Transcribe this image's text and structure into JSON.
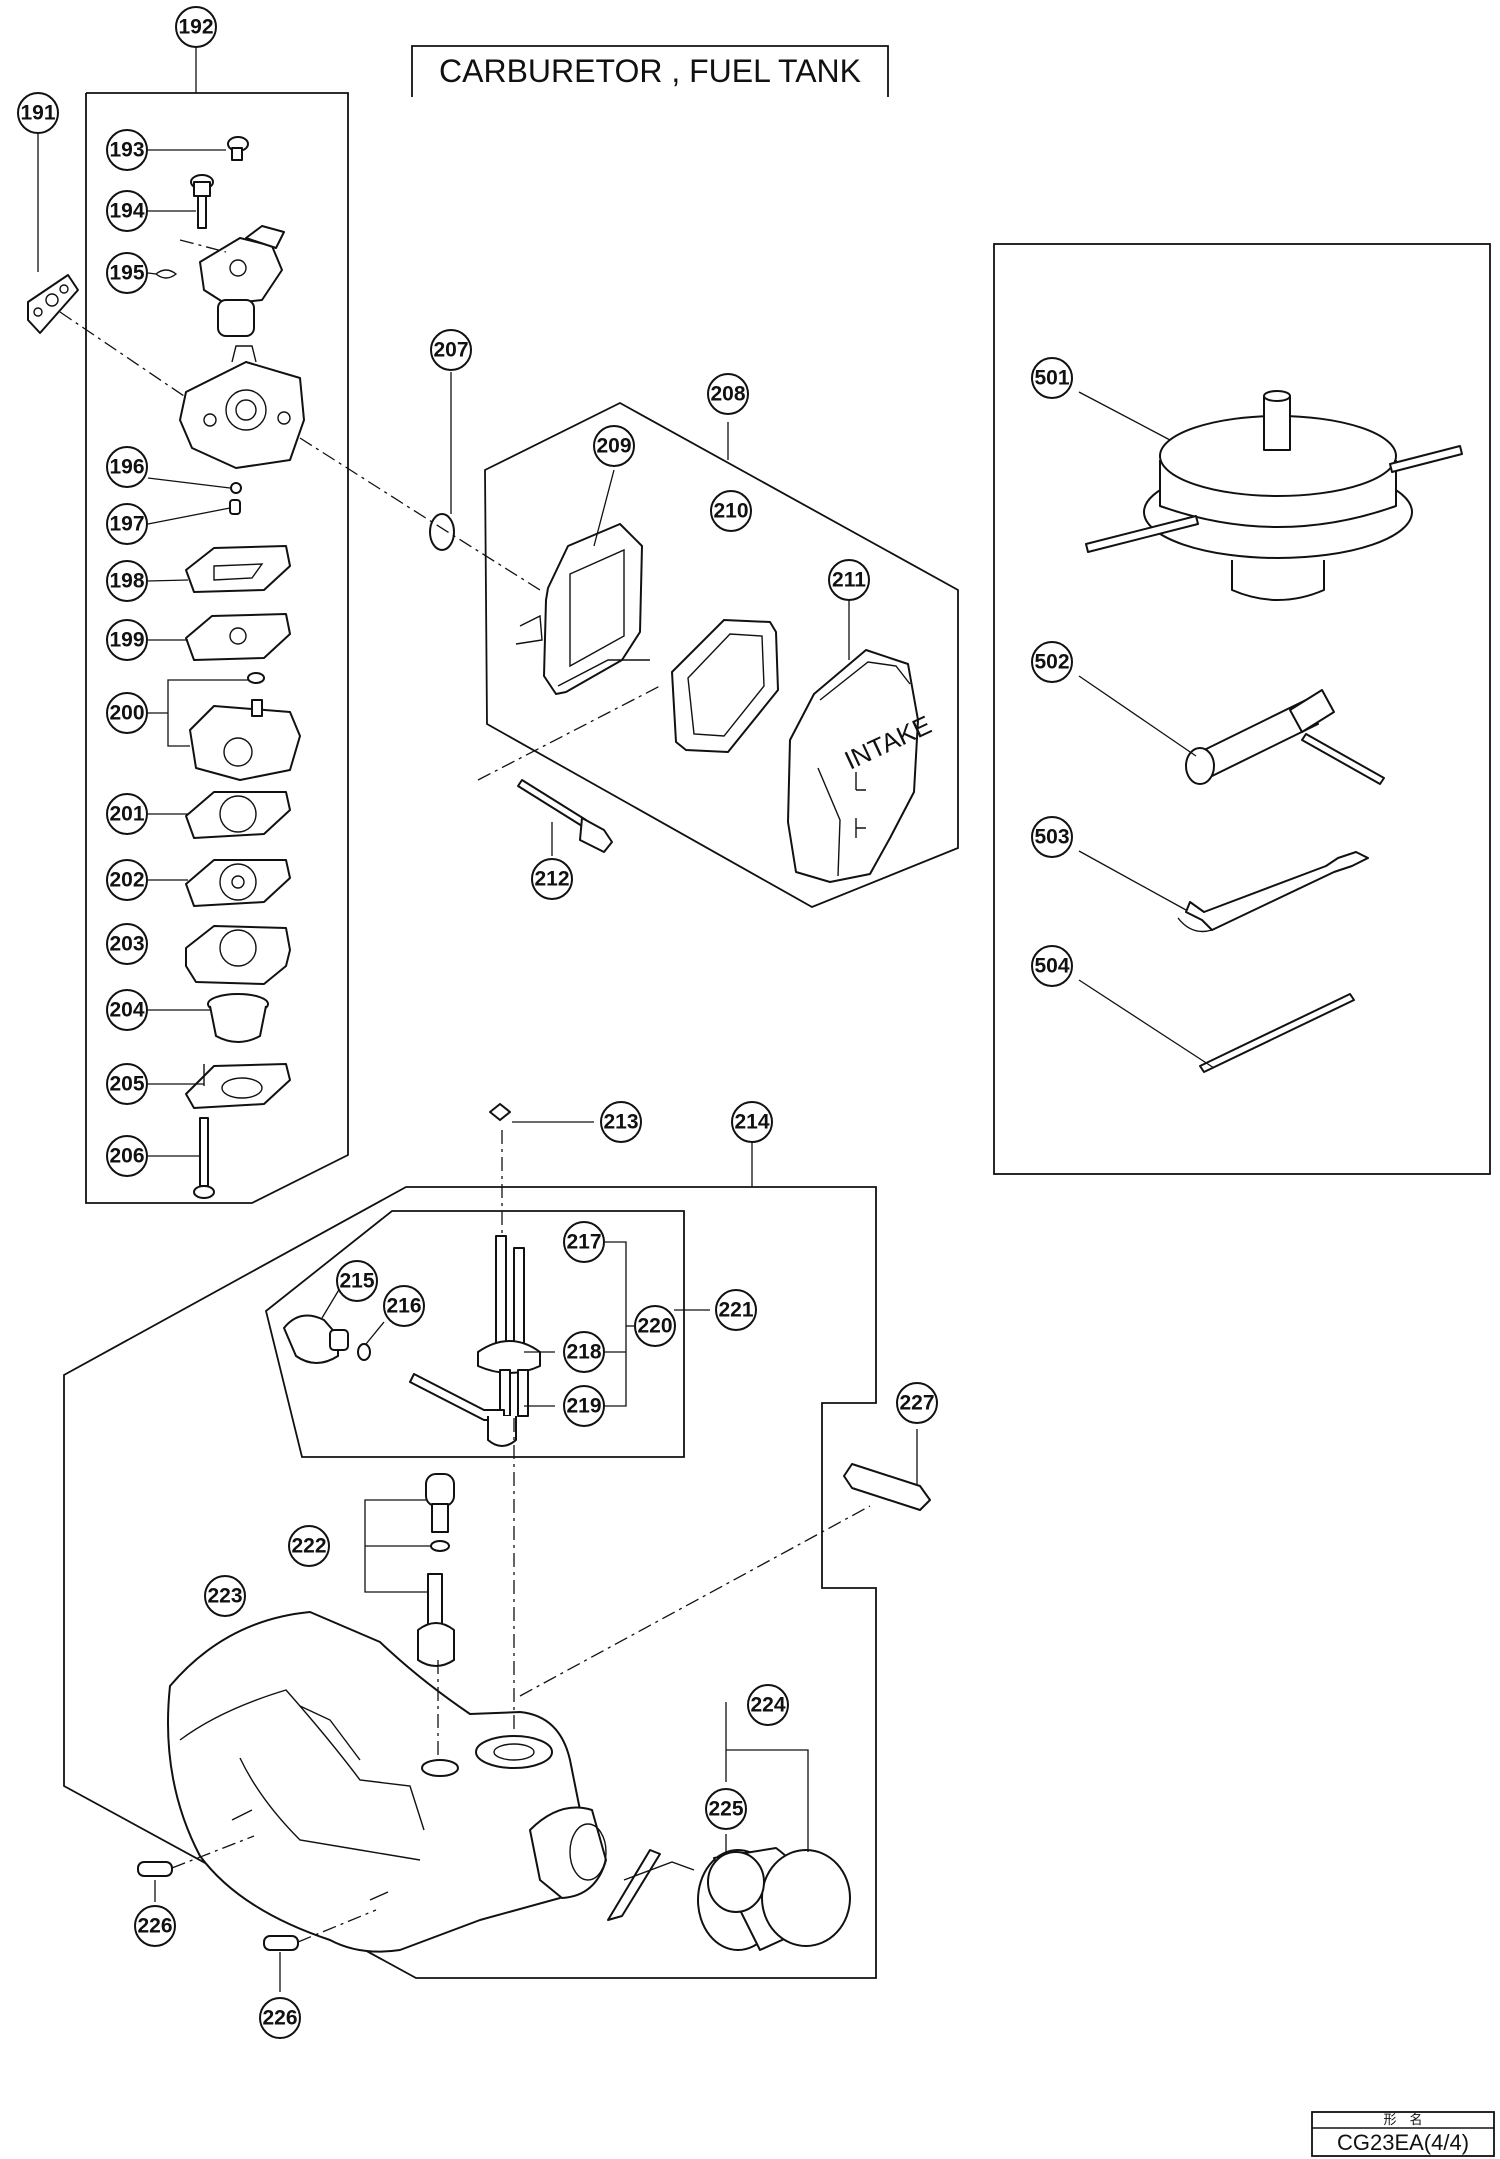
{
  "header": {
    "title": "CARBURETOR , FUEL TANK"
  },
  "labels": {
    "p191": "191",
    "p192": "192",
    "p193": "193",
    "p194": "194",
    "p195": "195",
    "p196": "196",
    "p197": "197",
    "p198": "198",
    "p199": "199",
    "p200": "200",
    "p201": "201",
    "p202": "202",
    "p203": "203",
    "p204": "204",
    "p205": "205",
    "p206": "206",
    "p207": "207",
    "p208": "208",
    "p209": "209",
    "p210": "210",
    "p211": "211",
    "p212": "212",
    "p213": "213",
    "p214": "214",
    "p215": "215",
    "p216": "216",
    "p217": "217",
    "p218": "218",
    "p219": "219",
    "p220": "220",
    "p221": "221",
    "p222": "222",
    "p223": "223",
    "p224": "224",
    "p225": "225",
    "p226a": "226",
    "p226b": "226",
    "p227": "227",
    "p501": "501",
    "p502": "502",
    "p503": "503",
    "p504": "504"
  },
  "air_cleaner": {
    "cover_marking": "INTAKE"
  },
  "title_block": {
    "caption": "形　名",
    "model": "CG23EA(4/4)"
  }
}
